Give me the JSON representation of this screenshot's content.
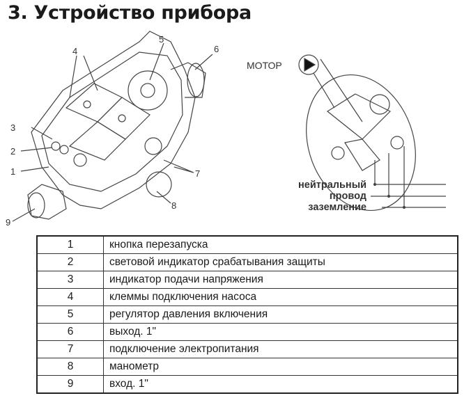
{
  "title": "3. Устройство прибора",
  "diagram": {
    "callouts": [
      "1",
      "2",
      "3",
      "4",
      "5",
      "6",
      "7",
      "8",
      "9"
    ],
    "motor_label": "МОТОР",
    "wire_labels": [
      "нейтральный",
      "провод",
      "заземление"
    ]
  },
  "table": {
    "rows": [
      {
        "num": "1",
        "desc": "кнопка перезапуска"
      },
      {
        "num": "2",
        "desc": "световой индикатор срабатывания защиты"
      },
      {
        "num": "3",
        "desc": "индикатор подачи напряжения"
      },
      {
        "num": "4",
        "desc": "клеммы подключения насоса"
      },
      {
        "num": "5",
        "desc": "регулятор давления включения"
      },
      {
        "num": "6",
        "desc": "выход. 1\""
      },
      {
        "num": "7",
        "desc": "подключение электропитания"
      },
      {
        "num": "8",
        "desc": "манометр"
      },
      {
        "num": "9",
        "desc": "вход. 1\""
      }
    ]
  }
}
